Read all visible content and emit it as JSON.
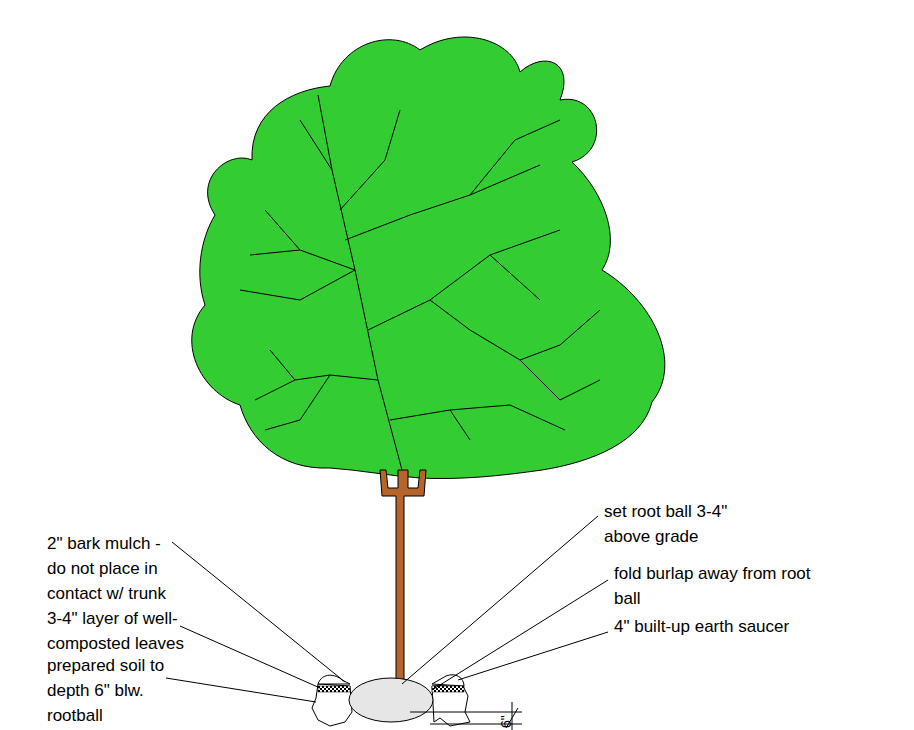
{
  "diagram": {
    "labels": [
      "2\" bark mulch - do not place in contact w/ trunk",
      "3-4\" layer of well- composted leaves",
      "prepared soil to depth 6\" blw. rootball",
      "set root ball 3-4\" above grade",
      "fold burlap away from root ball",
      "4\" built-up earth saucer",
      "6\""
    ]
  }
}
